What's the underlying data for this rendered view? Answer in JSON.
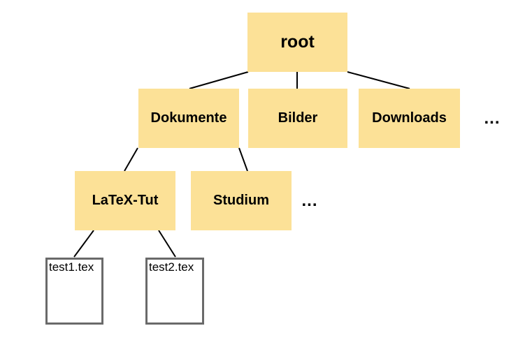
{
  "diagram": {
    "type": "tree",
    "nodes": {
      "root": {
        "label": "root",
        "kind": "folder"
      },
      "dokumente": {
        "label": "Dokumente",
        "kind": "folder"
      },
      "bilder": {
        "label": "Bilder",
        "kind": "folder"
      },
      "downloads": {
        "label": "Downloads",
        "kind": "folder"
      },
      "latex_tut": {
        "label": "LaTeX-Tut",
        "kind": "folder"
      },
      "studium": {
        "label": "Studium",
        "kind": "folder"
      },
      "test1": {
        "label": "test1.tex",
        "kind": "file"
      },
      "test2": {
        "label": "test2.tex",
        "kind": "file"
      }
    },
    "ellipsis_row2": "...",
    "ellipsis_row3": "...",
    "edges": [
      {
        "from": "root",
        "to": "dokumente"
      },
      {
        "from": "root",
        "to": "bilder"
      },
      {
        "from": "root",
        "to": "downloads"
      },
      {
        "from": "dokumente",
        "to": "latex_tut"
      },
      {
        "from": "dokumente",
        "to": "studium"
      },
      {
        "from": "latex_tut",
        "to": "test1"
      },
      {
        "from": "latex_tut",
        "to": "test2"
      }
    ],
    "colors": {
      "folder_fill": "#FCE197",
      "file_border": "#6A6A6A",
      "edge_stroke": "#000000",
      "text": "#000000",
      "background": "#FFFFFF"
    }
  }
}
